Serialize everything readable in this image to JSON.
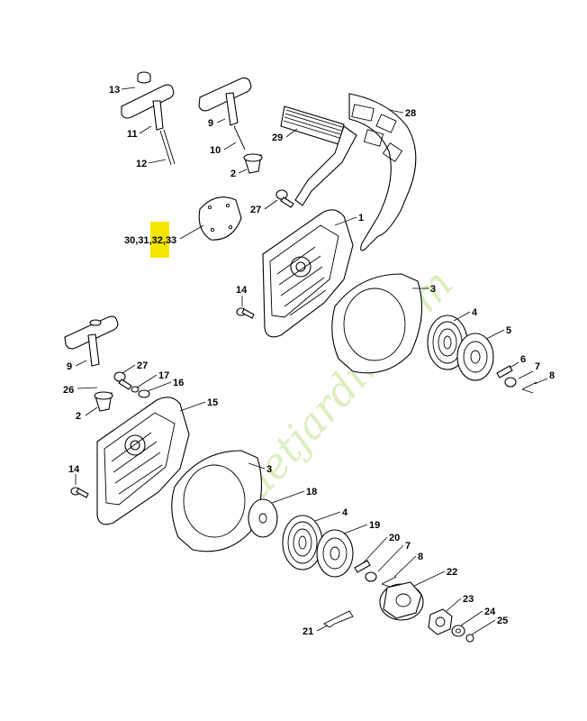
{
  "diagram": {
    "watermark": "Feuetjardin.com",
    "highlight_color": "#f5e600",
    "line_color": "#000000",
    "labels": {
      "p13": "13",
      "p11": "11",
      "p12": "12",
      "p9a": "9",
      "p10": "10",
      "p2a": "2",
      "p29": "29",
      "p28": "28",
      "p27a": "27",
      "p1": "1",
      "p14a": "14",
      "p3a": "3",
      "p4a": "4",
      "p5": "5",
      "p6": "6",
      "p7a": "7",
      "p8a": "8",
      "p9b": "9",
      "p26": "26",
      "p27b": "27",
      "p17": "17",
      "p16": "16",
      "p2b": "2",
      "p15": "15",
      "p14b": "14",
      "p3b": "3",
      "p18": "18",
      "p4b": "4",
      "p19": "19",
      "p20": "20",
      "p7b": "7",
      "p8b": "8",
      "p22": "22",
      "p23": "23",
      "p24": "24",
      "p25": "25",
      "p21": "21"
    },
    "group_label": {
      "p30": "30",
      "sep1": ",",
      "p31": "31",
      "sep2": ",",
      "p32": "32",
      "sep3": ",",
      "p33": "33"
    }
  }
}
